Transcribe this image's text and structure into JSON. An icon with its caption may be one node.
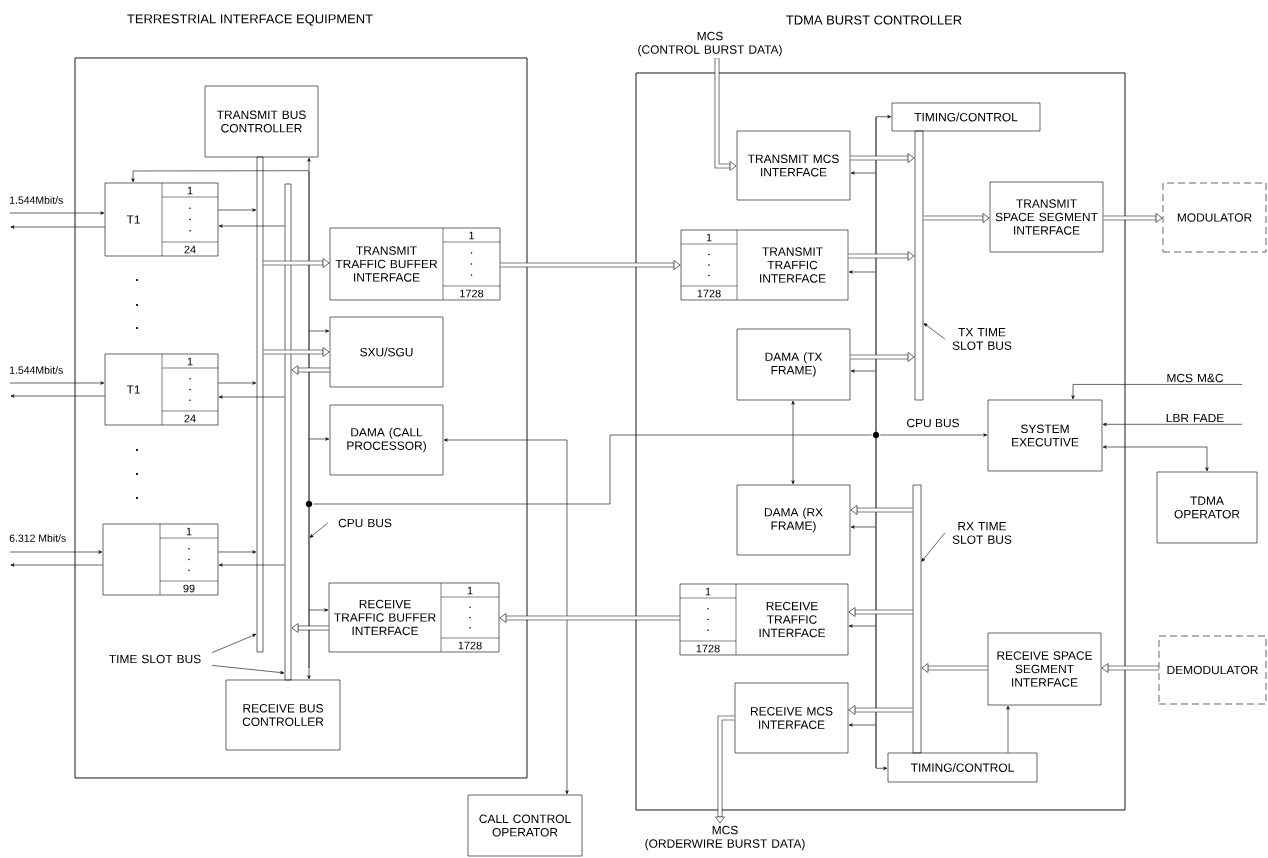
{
  "diagram": {
    "nodes": [
      {
        "text": [
          "TERRESTRIAL INTERFACE EQUIPMENT"
        ]
      },
      {
        "text": [
          "TDMA BURST CONTROLLER"
        ]
      },
      {
        "text": [
          "TRANSMIT BUS CONTROLLER"
        ],
        "in": 0
      },
      {
        "text": [
          "T1",
          "1",
          "24"
        ],
        "in": 0
      },
      {
        "text": [
          "T1",
          "1",
          "24"
        ],
        "in": 0
      },
      {
        "text": [
          "1",
          "99"
        ],
        "in": 0
      },
      {
        "text": [
          "TRANSMIT TRAFFIC BUFFER INTERFACE",
          "1",
          "1728"
        ],
        "in": 0
      },
      {
        "text": [
          "SXU/SGU"
        ],
        "in": 0
      },
      {
        "text": [
          "DAMA (CALL PROCESSOR)"
        ],
        "in": 0
      },
      {
        "text": [
          "RECEIVE TRAFFIC BUFFER INTERFACE",
          "1",
          "1728"
        ],
        "in": 0
      },
      {
        "text": [
          "RECEIVE BUS CONTROLLER"
        ],
        "in": 0
      },
      {
        "text": [],
        "shape": "bar",
        "in": 0
      },
      {
        "text": [],
        "shape": "bar",
        "in": 0
      },
      {
        "text": [],
        "shape": "bar",
        "in": 0
      },
      {
        "text": [
          "TIME SLOT BUS"
        ],
        "in": 0
      },
      {
        "text": [
          "CPU BUS"
        ],
        "in": 0
      },
      {
        "text": [
          "CALL CONTROL OPERATOR"
        ]
      },
      {
        "text": [
          "MCS",
          "(CONTROL BURST DATA)"
        ]
      },
      {
        "text": [
          "TIMING/CONTROL"
        ],
        "in": 1
      },
      {
        "text": [
          "TRANSMIT MCS INTERFACE"
        ],
        "in": 1
      },
      {
        "text": [
          "TRANSMIT TRAFFIC INTERFACE",
          "1",
          "1728"
        ],
        "in": 1
      },
      {
        "text": [
          "TRANSMIT SPACE SEGMENT INTERFACE"
        ],
        "in": 1
      },
      {
        "text": [
          "DAMA (TX FRAME)"
        ],
        "in": 1
      },
      {
        "text": [
          "TX TIME SLOT BUS"
        ],
        "in": 1
      },
      {
        "text": [],
        "shape": "bar",
        "in": 1
      },
      {
        "text": [
          "SYSTEM EXECUTIVE"
        ],
        "in": 1
      },
      {
        "text": [
          "DAMA (RX FRAME)"
        ],
        "in": 1
      },
      {
        "text": [
          "RX TIME SLOT BUS"
        ],
        "in": 1
      },
      {
        "text": [],
        "shape": "bar",
        "in": 1
      },
      {
        "text": [
          "RECEIVE TRAFFIC INTERFACE",
          "1",
          "1728"
        ],
        "in": 1
      },
      {
        "text": [
          "RECEIVE SPACE SEGMENT INTERFACE"
        ],
        "in": 1
      },
      {
        "text": [
          "RECEIVE MCS INTERFACE"
        ],
        "in": 1
      },
      {
        "text": [
          "TIMING/CONTROL"
        ],
        "in": 1
      },
      {
        "text": [],
        "shape": "bar",
        "in": 1
      },
      {
        "text": [
          "MODULATOR"
        ]
      },
      {
        "text": [
          "MCS M&C"
        ]
      },
      {
        "text": [
          "LBR FADE"
        ]
      },
      {
        "text": [
          "TDMA OPERATOR"
        ]
      },
      {
        "text": [
          "DEMODULATOR"
        ]
      },
      {
        "text": [
          "MCS",
          "(ORDERWIRE BURST DATA)"
        ]
      }
    ],
    "edges": [
      {
        "from": null,
        "to": 3,
        "arrow": "to",
        "label": "1.544Mbit/s"
      },
      {
        "from": 3,
        "to": null,
        "arrow": "to"
      },
      {
        "from": null,
        "to": 4,
        "arrow": "to",
        "label": "1.544Mbit/s"
      },
      {
        "from": 4,
        "to": null,
        "arrow": "to"
      },
      {
        "from": null,
        "to": 5,
        "arrow": "to",
        "label": "6.312 Mbit/s"
      },
      {
        "from": 5,
        "to": null,
        "arrow": "to"
      },
      {
        "from": 3,
        "to": 11,
        "arrow": "to"
      },
      {
        "from": 12,
        "to": 3,
        "arrow": "to"
      },
      {
        "from": 4,
        "to": 11,
        "arrow": "to"
      },
      {
        "from": 12,
        "to": 4,
        "arrow": "to"
      },
      {
        "from": 5,
        "to": 11,
        "arrow": "to"
      },
      {
        "from": 12,
        "to": 5,
        "arrow": "to"
      },
      {
        "from": 13,
        "to": 2,
        "arrow": "to"
      },
      {
        "from": 13,
        "to": 10,
        "arrow": "to"
      },
      {
        "from": 13,
        "to": 3,
        "arrow": "to"
      },
      {
        "from": 11,
        "to": 6,
        "arrow": "to",
        "style": "thick"
      },
      {
        "from": 11,
        "to": 7,
        "arrow": "to",
        "style": "thick"
      },
      {
        "from": 7,
        "to": 12,
        "arrow": "to",
        "style": "thick"
      },
      {
        "from": 9,
        "to": 12,
        "arrow": "to",
        "style": "thick"
      },
      {
        "from": 13,
        "to": 7,
        "arrow": "to"
      },
      {
        "from": 13,
        "to": 8,
        "arrow": "to"
      },
      {
        "from": 13,
        "to": 9,
        "arrow": "to"
      },
      {
        "from": 8,
        "to": 16,
        "arrow": "both"
      },
      {
        "from": 13,
        "to": 33,
        "arrow": "none"
      },
      {
        "from": 33,
        "to": 25,
        "arrow": "to"
      },
      {
        "from": 6,
        "to": 20,
        "arrow": "to",
        "style": "thick"
      },
      {
        "from": 29,
        "to": 9,
        "arrow": "to",
        "style": "thick"
      },
      {
        "from": 17,
        "to": 19,
        "arrow": "to",
        "style": "thick"
      },
      {
        "from": 33,
        "to": 18,
        "arrow": "to"
      },
      {
        "from": 33,
        "to": 32,
        "arrow": "to"
      },
      {
        "from": 33,
        "to": 19,
        "arrow": "to"
      },
      {
        "from": 33,
        "to": 20,
        "arrow": "to"
      },
      {
        "from": 33,
        "to": 22,
        "arrow": "to"
      },
      {
        "from": 33,
        "to": 26,
        "arrow": "to"
      },
      {
        "from": 33,
        "to": 29,
        "arrow": "to"
      },
      {
        "from": 33,
        "to": 31,
        "arrow": "to"
      },
      {
        "from": 19,
        "to": 24,
        "arrow": "to",
        "style": "thick"
      },
      {
        "from": 20,
        "to": 24,
        "arrow": "to",
        "style": "thick"
      },
      {
        "from": 22,
        "to": 24,
        "arrow": "to",
        "style": "thick"
      },
      {
        "from": 24,
        "to": 21,
        "arrow": "to",
        "style": "thick"
      },
      {
        "from": 21,
        "to": 34,
        "arrow": "to",
        "style": "thick"
      },
      {
        "from": 28,
        "to": 26,
        "arrow": "to",
        "style": "thick"
      },
      {
        "from": 28,
        "to": 29,
        "arrow": "to",
        "style": "thick"
      },
      {
        "from": 28,
        "to": 31,
        "arrow": "to",
        "style": "thick"
      },
      {
        "from": 30,
        "to": 28,
        "arrow": "to",
        "style": "thick"
      },
      {
        "from": 38,
        "to": 30,
        "arrow": "to",
        "style": "thick"
      },
      {
        "from": 32,
        "to": 30,
        "arrow": "to"
      },
      {
        "from": 31,
        "to": 39,
        "arrow": "to",
        "style": "thick"
      },
      {
        "from": 22,
        "to": 26,
        "arrow": "both"
      },
      {
        "from": 35,
        "to": 25,
        "arrow": "to"
      },
      {
        "from": 36,
        "to": 25,
        "arrow": "to"
      },
      {
        "from": 25,
        "to": 37,
        "arrow": "both"
      },
      {
        "from": 14,
        "to": 11,
        "arrow": "to"
      },
      {
        "from": 14,
        "to": 12,
        "arrow": "to"
      },
      {
        "from": 15,
        "to": 13,
        "arrow": "to"
      },
      {
        "from": 23,
        "to": 24,
        "arrow": "to"
      },
      {
        "from": 27,
        "to": 28,
        "arrow": "to"
      }
    ],
    "labels": [
      "CPU BUS"
    ]
  }
}
